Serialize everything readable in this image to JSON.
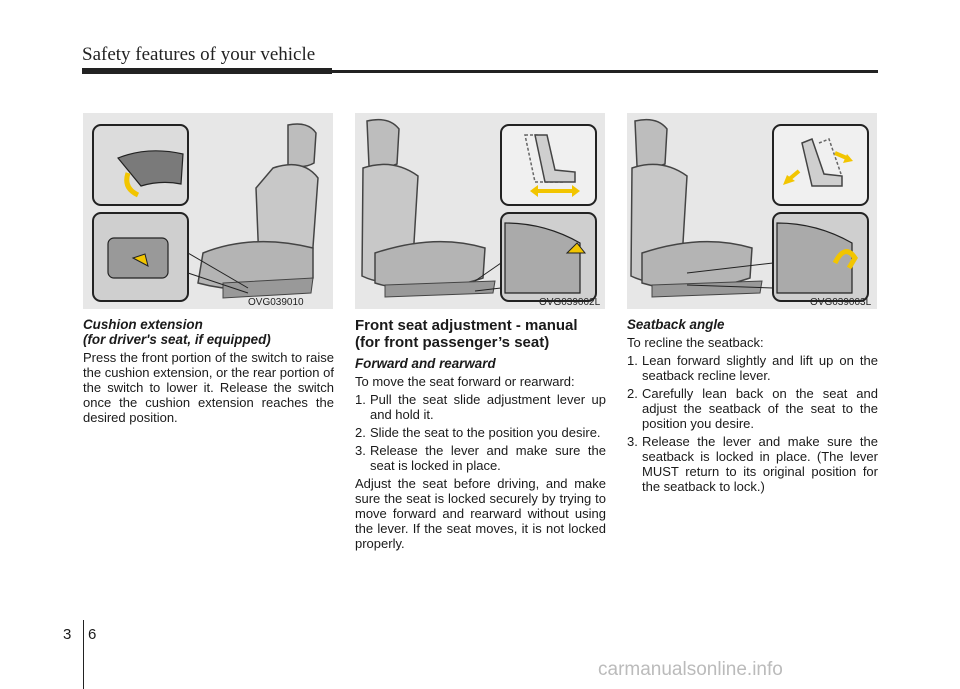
{
  "header": {
    "title": "Safety features of your vehicle"
  },
  "figures": [
    {
      "code": "OVG039010"
    },
    {
      "code": "OVG039002L"
    },
    {
      "code": "OVG039003L"
    }
  ],
  "col1": {
    "heading_line1": "Cushion extension",
    "heading_line2": "(for driver's seat, if equipped)",
    "body": "Press the front portion of the switch to raise the cushion extension, or the rear portion of the switch to lower it. Release the switch once the cushion extension reaches the desired position."
  },
  "col2": {
    "heading_line1": "Front seat adjustment - manual",
    "heading_line2": "(for front passenger’s seat)",
    "subheading": "Forward and rearward",
    "intro": "To move the seat forward or rearward:",
    "steps": [
      {
        "n": "1.",
        "text": "Pull the seat slide adjustment lever up and hold it."
      },
      {
        "n": "2.",
        "text": "Slide the seat to the position you desire."
      },
      {
        "n": "3.",
        "text": "Release the lever and make sure the seat is locked in place."
      }
    ],
    "body": "Adjust the seat before driving, and make sure the seat is locked securely by trying to move forward and rearward without using the lever. If the seat moves, it is not locked properly."
  },
  "col3": {
    "subheading": "Seatback angle",
    "intro": "To recline the seatback:",
    "steps": [
      {
        "n": "1.",
        "text": "Lean forward slightly and lift up on the seatback recline lever."
      },
      {
        "n": "2.",
        "text": "Carefully lean back on the seat and adjust the seatback of the seat to the position you desire."
      },
      {
        "n": "3.",
        "text": "Release the lever and make sure the seatback is locked in place. (The lever MUST return to its original position for the seatback to lock.)"
      }
    ]
  },
  "footer": {
    "chapter": "3",
    "page": "6"
  },
  "watermark": "carmanualsonline.info",
  "colors": {
    "arrow": "#f2c500",
    "figure_bg": "#e7e7e7",
    "text": "#1a1a1a"
  }
}
